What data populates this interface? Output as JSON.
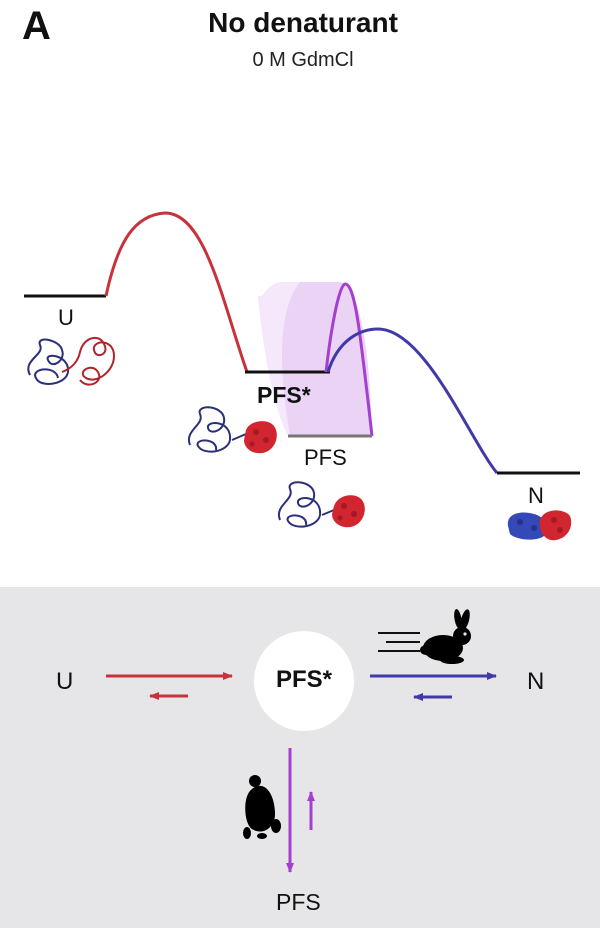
{
  "panel": {
    "letter": "A",
    "title": "No denaturant",
    "subtitle": "0 M GdmCl"
  },
  "landscape": {
    "states": {
      "unfolded": "U",
      "intermediate_star": "PFS*",
      "intermediate": "PFS",
      "native": "N"
    },
    "colors": {
      "unfold_barrier": "#c8323a",
      "native_barrier": "#3f3aa8",
      "pfs_transition": "#a53fd0",
      "pfs_fill": "#ddb8f0"
    }
  },
  "scheme": {
    "left_label": "U",
    "center_label": "PFS*",
    "right_label": "N",
    "bottom_label": "PFS",
    "icons": {
      "fast": "rabbit-icon",
      "slow": "turtle-icon"
    },
    "background": "#e6e6e8"
  }
}
